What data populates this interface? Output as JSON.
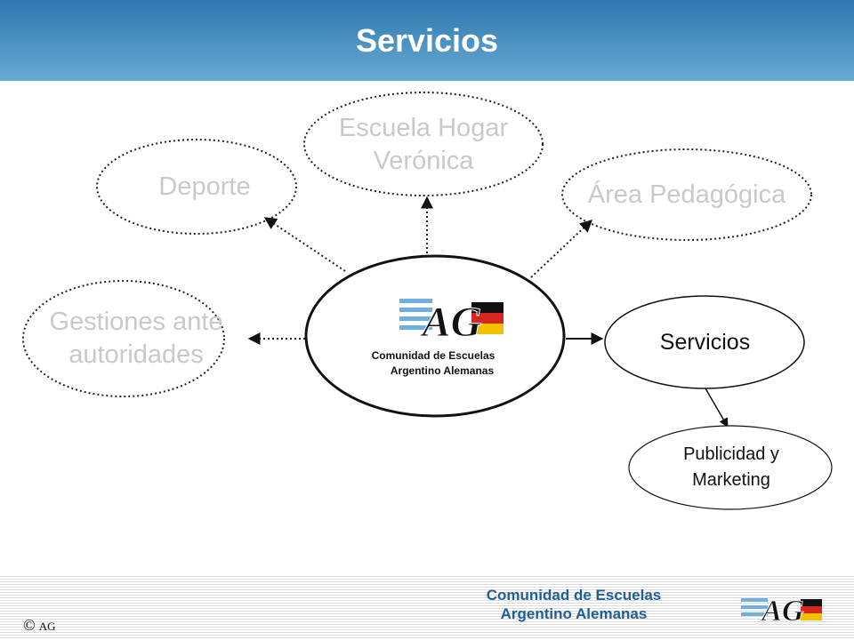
{
  "header": {
    "title": "Servicios"
  },
  "diagram": {
    "center": {
      "logo_text": "AG",
      "org_line1": "Comunidad de Escuelas",
      "org_line2": "Argentino Alemanas"
    },
    "nodes": {
      "deporte": {
        "label": "Deporte",
        "active": false
      },
      "escuela_hogar": {
        "line1": "Escuela Hogar",
        "line2": "Verónica",
        "active": false
      },
      "area_pedagogica": {
        "label": "Área Pedagógica",
        "active": false
      },
      "gestiones": {
        "line1": "Gestiones ante",
        "line2": "autoridades",
        "active": false
      },
      "servicios": {
        "label": "Servicios",
        "active": true
      },
      "publicidad": {
        "line1": "Publicidad y",
        "line2": "Marketing",
        "active": true
      }
    }
  },
  "footer": {
    "org_line1": "Comunidad de Escuelas",
    "org_line2": "Argentino Alemanas",
    "copyright_symbol": "©",
    "copyright_text": "AG",
    "logo_text": "AG"
  },
  "colors": {
    "header": "#3d86bb",
    "faded_text": "#c9c9c9",
    "footer_text": "#1f5e96",
    "argentina_blue": "#6fb0e0",
    "germany_black": "#111111",
    "germany_red": "#d7261e",
    "germany_gold": "#f2c200"
  }
}
